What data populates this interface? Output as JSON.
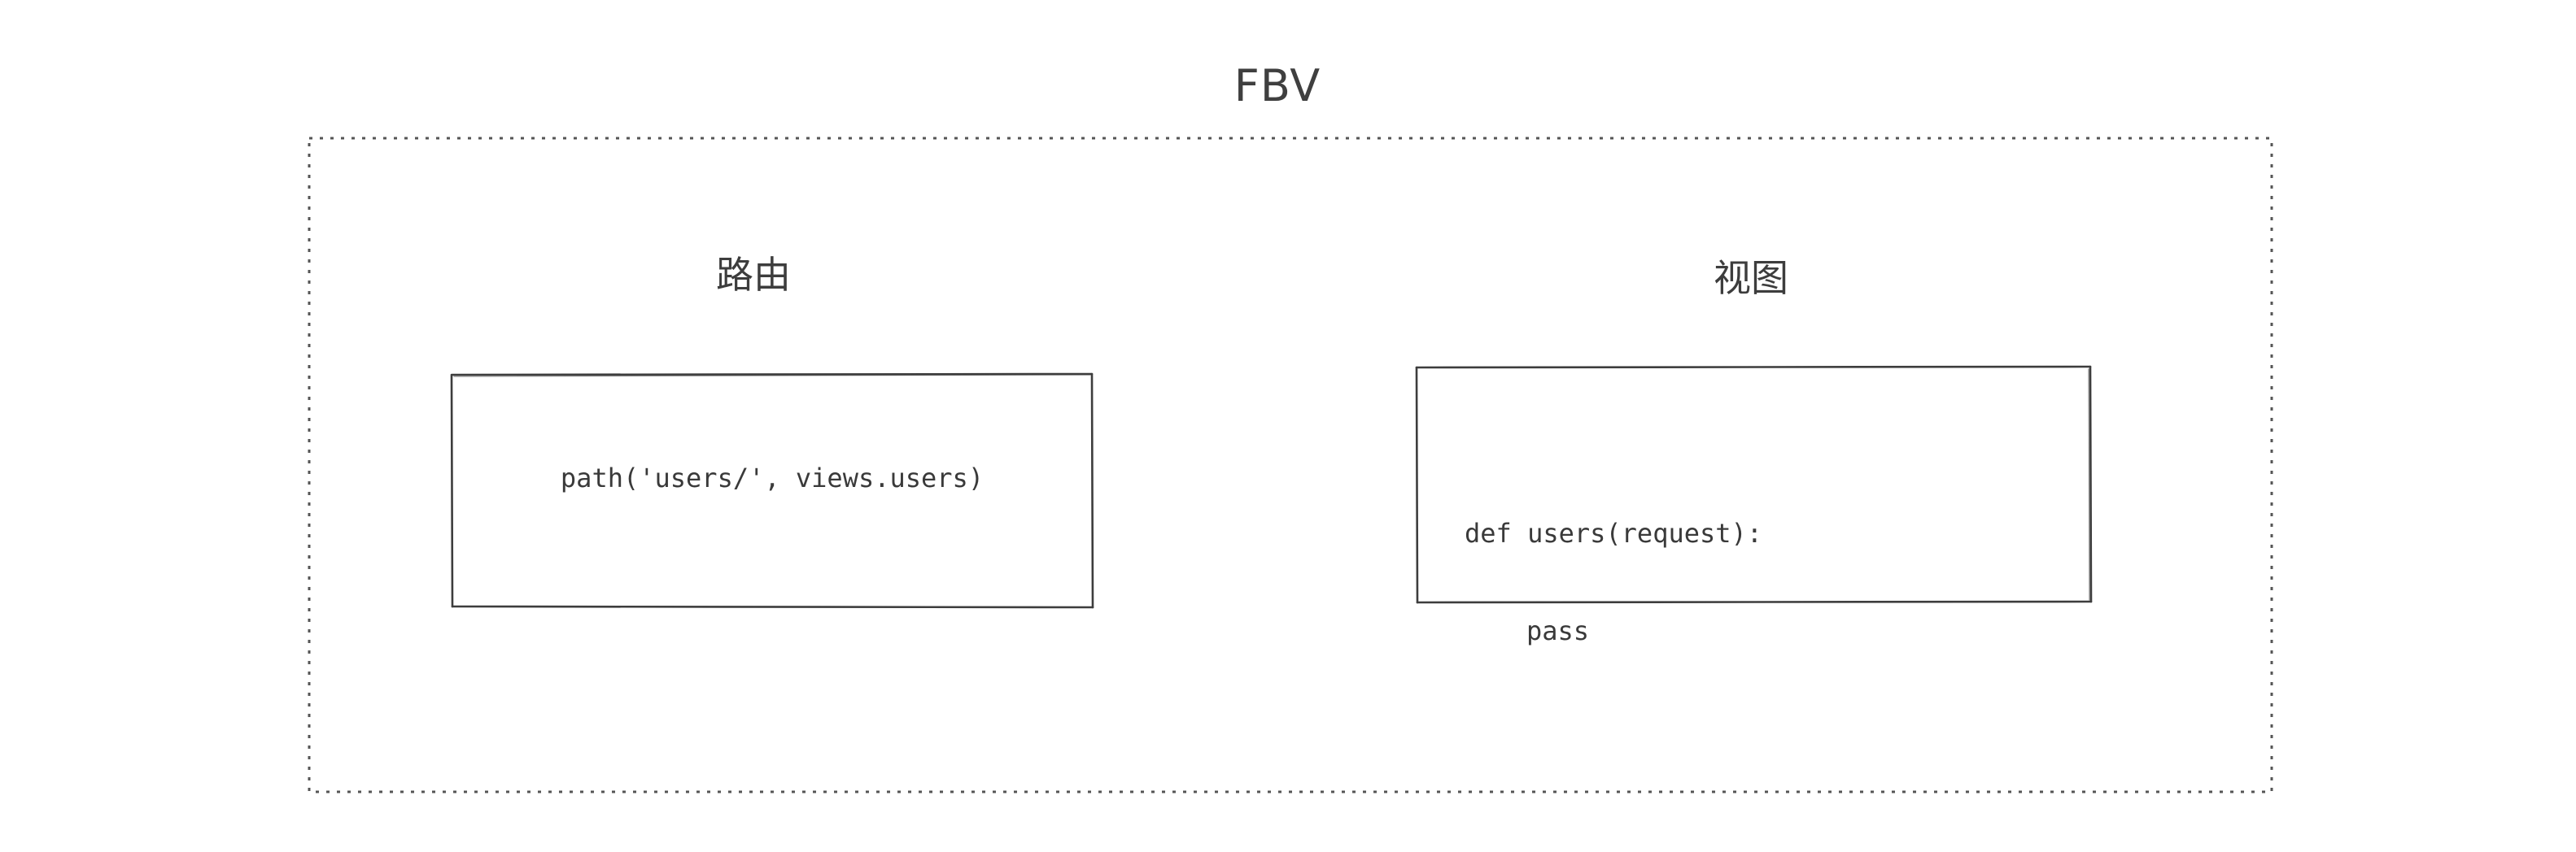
{
  "diagram": {
    "title": "FBV",
    "route": {
      "heading": "路由",
      "code": "path('users/', views.users)"
    },
    "view": {
      "heading": "视图",
      "code_lines": [
        "def users(request):",
        "pass"
      ]
    }
  },
  "colors": {
    "stroke": "#3d3d3d",
    "frame": "#555555",
    "background": "#ffffff"
  }
}
